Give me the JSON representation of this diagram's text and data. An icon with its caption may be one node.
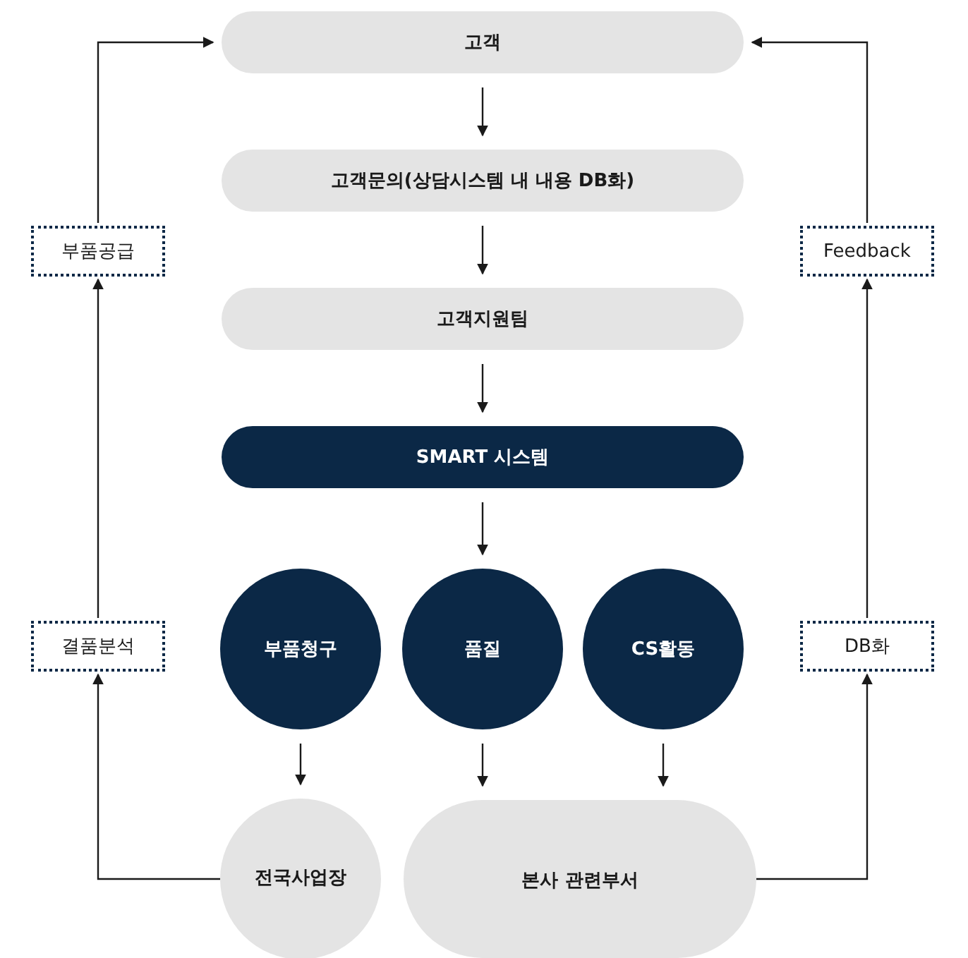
{
  "diagram": {
    "nodes": [
      {
        "text": [
          "고객"
        ]
      },
      {
        "text": [
          "고객문의(상담시스템 내 내용 DB화)"
        ]
      },
      {
        "text": [
          "고객지원팀"
        ]
      },
      {
        "text": [
          "SMART 시스템"
        ]
      },
      {
        "text": [
          "부품청구"
        ]
      },
      {
        "text": [
          "품질"
        ]
      },
      {
        "text": [
          "CS활동"
        ]
      },
      {
        "text": [
          "전국사업장"
        ]
      },
      {
        "text": [
          "본사 관련부서"
        ]
      },
      {
        "text": [
          "부품공급"
        ]
      },
      {
        "text": [
          "결품분석"
        ]
      },
      {
        "text": [
          "Feedback"
        ]
      },
      {
        "text": [
          "DB화"
        ]
      }
    ],
    "edges": [
      {
        "from": 0,
        "to": 1,
        "arrow": "to"
      },
      {
        "from": 1,
        "to": 2,
        "arrow": "to"
      },
      {
        "from": 2,
        "to": 3,
        "arrow": "to"
      },
      {
        "from": 3,
        "to": 5,
        "arrow": "to"
      },
      {
        "from": 4,
        "to": 7,
        "arrow": "to"
      },
      {
        "from": 5,
        "to": 8,
        "arrow": "to"
      },
      {
        "from": 6,
        "to": 8,
        "arrow": "to"
      },
      {
        "from": 7,
        "to": 10,
        "arrow": "to"
      },
      {
        "from": 10,
        "to": 9,
        "arrow": "to"
      },
      {
        "from": 9,
        "to": 0,
        "arrow": "to"
      },
      {
        "from": 8,
        "to": 12,
        "arrow": "to"
      },
      {
        "from": 12,
        "to": 11,
        "arrow": "to"
      },
      {
        "from": 11,
        "to": 0,
        "arrow": "to"
      }
    ]
  }
}
